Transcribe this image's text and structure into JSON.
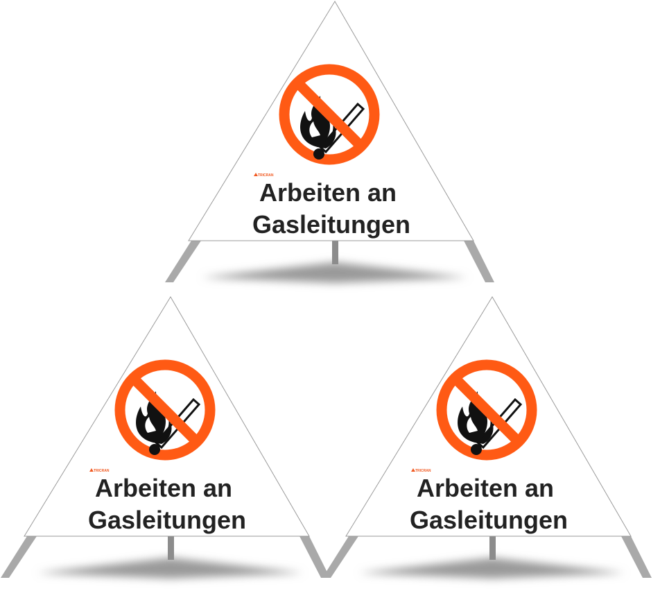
{
  "signs": [
    {
      "id": "top",
      "line1": "Arbeiten an",
      "line2": "Gasleitungen",
      "logo": "TRICRAN"
    },
    {
      "id": "bottom-left",
      "line1": "Arbeiten an",
      "line2": "Gasleitungen",
      "logo": "TRICRAN"
    },
    {
      "id": "bottom-right",
      "line1": "Arbeiten an",
      "line2": "Gasleitungen",
      "logo": "TRICRAN"
    }
  ],
  "symbol": {
    "icon": "no-open-flame-icon",
    "ring_color": "#ff5a14",
    "flame_color": "#111111"
  },
  "colors": {
    "legs": "#a9a9a9",
    "post": "#8c8c8c",
    "shadow": "#9a9a9a"
  }
}
